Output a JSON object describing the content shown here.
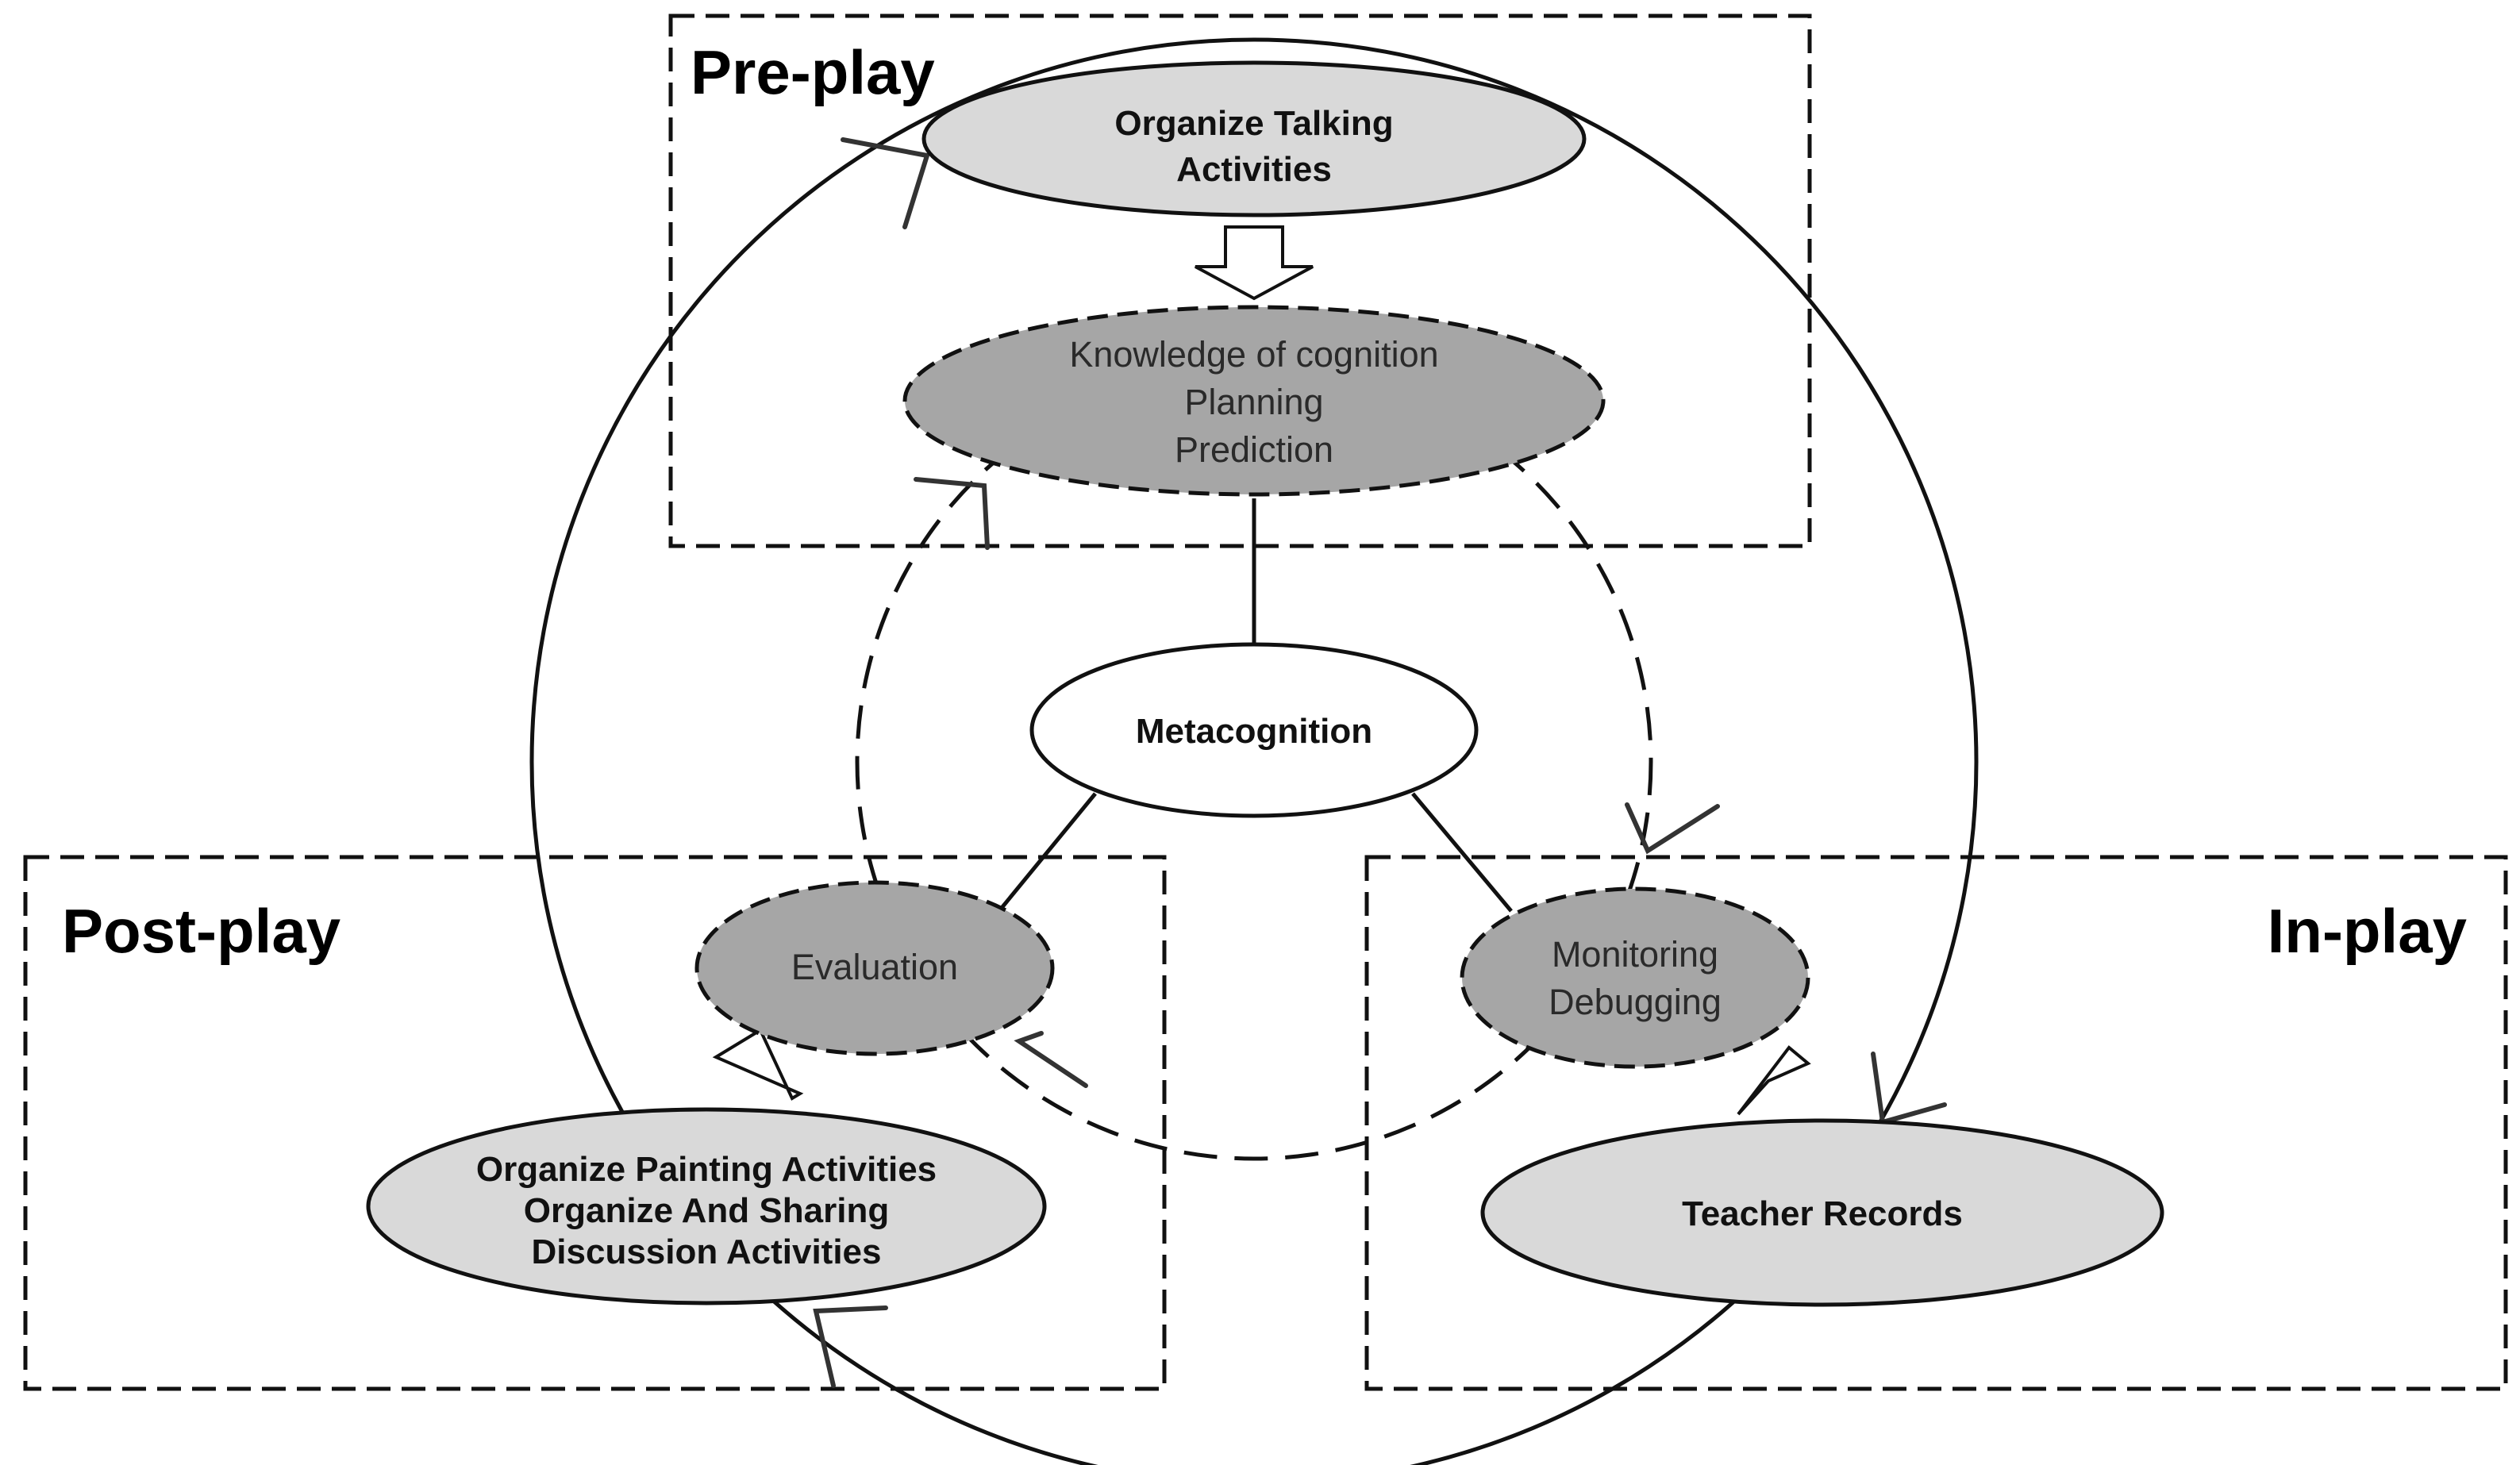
{
  "phases": {
    "pre_play": "Pre-play",
    "post_play": "Post-play",
    "in_play": "In-play"
  },
  "nodes": {
    "organize_talking": [
      "Organize Talking",
      "Activities"
    ],
    "knowledge": [
      "Knowledge of cognition",
      "Planning",
      "Prediction"
    ],
    "metacognition": [
      "Metacognition"
    ],
    "evaluation": [
      "Evaluation"
    ],
    "monitoring": [
      "Monitoring",
      "Debugging"
    ],
    "organize_painting": [
      "Organize Painting Activities",
      "Organize And Sharing",
      "Discussion Activities"
    ],
    "teacher_records": [
      "Teacher Records"
    ]
  },
  "colors": {
    "light_node": "#d9d9d9",
    "dark_node": "#a6a6a6",
    "center_node": "#ffffff",
    "stroke": "#111111"
  }
}
